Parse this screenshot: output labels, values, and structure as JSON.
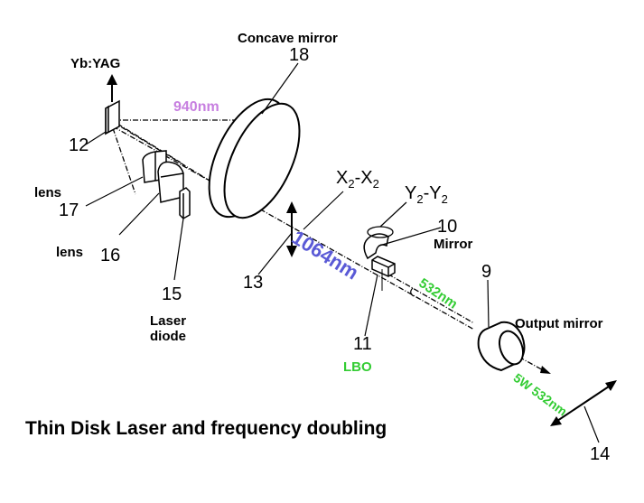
{
  "title": "Thin Disk Laser and frequency doubling",
  "colors": {
    "pump": "#c77fe0",
    "fundamental": "#5a5ad6",
    "second_harmonic": "#33cc33",
    "ink": "#000000"
  },
  "components": {
    "crystal": {
      "label": "Yb:YAG",
      "number": "12"
    },
    "concave_mirror": {
      "label": "Concave mirror",
      "number": "18"
    },
    "lens_17": {
      "label": "lens",
      "number": "17"
    },
    "lens_16": {
      "label": "lens",
      "number": "16"
    },
    "laser_diode": {
      "label_line1": "Laser",
      "label_line2": "diode",
      "number": "15"
    },
    "polarization": {
      "number": "13"
    },
    "lbo": {
      "label": "LBO",
      "number": "11"
    },
    "folding_mirror": {
      "label": "Mirror",
      "number": "10"
    },
    "output_mirror": {
      "label": "Output mirror",
      "number": "9"
    },
    "output_polarization": {
      "number": "14"
    }
  },
  "axes": {
    "x_axis": {
      "main": "X",
      "sub": "2",
      "sep": "-",
      "main2": "X",
      "sub2": "2"
    },
    "y_axis": {
      "main": "Y",
      "sub": "2",
      "sep": "-",
      "main2": "Y",
      "sub2": "2"
    }
  },
  "beams": {
    "pump": "940nm",
    "fundamental": "1064nm",
    "second_harmonic": "532nm",
    "output": "5W 532nm"
  }
}
